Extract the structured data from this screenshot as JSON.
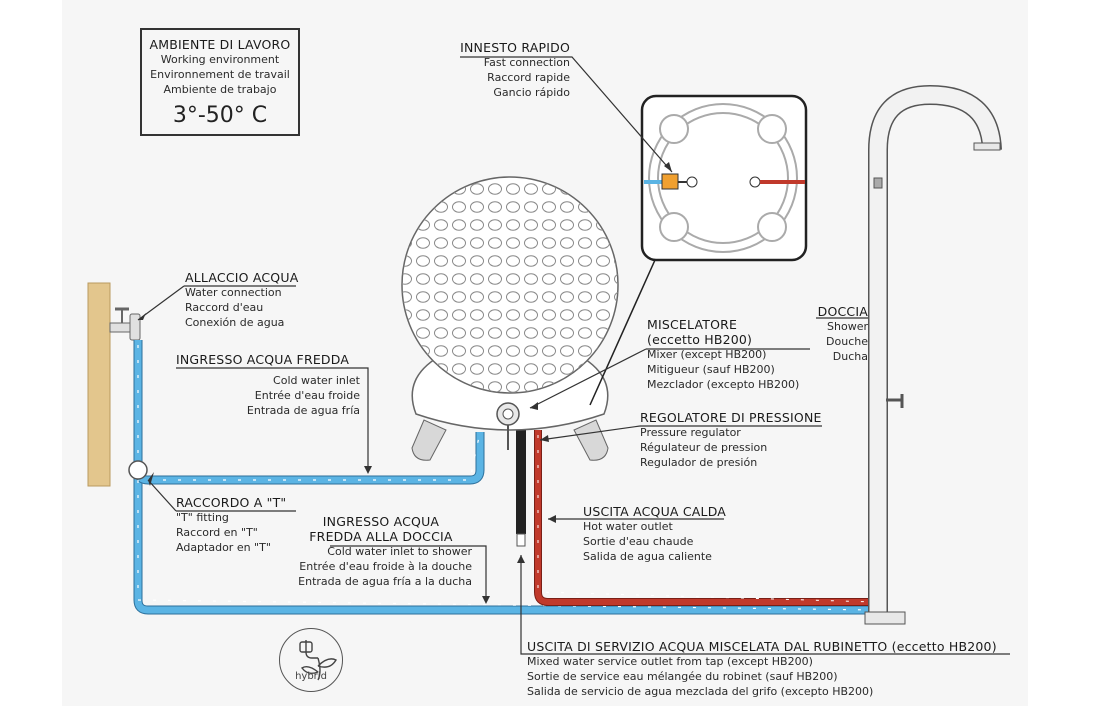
{
  "environment": {
    "title": "AMBIENTE DI LAVORO",
    "lines": [
      "Working environment",
      "Environnement de travail",
      "Ambiente de trabajo"
    ],
    "temperature": "3°-50° C"
  },
  "fast_connection": {
    "title": "INNESTO RAPIDO",
    "lines": [
      "Fast connection",
      "Raccord rapide",
      "Gancio rápido"
    ]
  },
  "water_connection": {
    "title": "ALLACCIO ACQUA",
    "lines": [
      "Water connection",
      "Raccord d'eau",
      "Conexión de agua"
    ]
  },
  "cold_inlet": {
    "title": "INGRESSO ACQUA FREDDA",
    "lines": [
      "Cold water inlet",
      "Entrée d'eau froide",
      "Entrada de agua fría"
    ]
  },
  "mixer": {
    "title_lines": [
      "MISCELATORE",
      "(eccetto HB200)"
    ],
    "lines": [
      "Mixer (except HB200)",
      "Mitigueur (sauf HB200)",
      "Mezclador (excepto HB200)"
    ]
  },
  "shower": {
    "title": "DOCCIA",
    "lines": [
      "Shower",
      "Douche",
      "Ducha"
    ]
  },
  "pressure": {
    "title": "REGOLATORE DI PRESSIONE",
    "lines": [
      "Pressure regulator",
      "Régulateur de pression",
      "Regulador de presión"
    ]
  },
  "t_fitting": {
    "title": "RACCORDO A \"T\"",
    "lines": [
      "\"T\" fitting",
      "Raccord en \"T\"",
      "Adaptador en \"T\""
    ]
  },
  "cold_shower": {
    "title_lines": [
      "INGRESSO ACQUA",
      "FREDDA ALLA DOCCIA"
    ],
    "lines": [
      "Cold water inlet to shower",
      "Entrée d'eau froide à la douche",
      "Entrada de agua fría a la ducha"
    ]
  },
  "hot_outlet": {
    "title": "USCITA ACQUA CALDA",
    "lines": [
      "Hot water outlet",
      "Sortie d'eau chaude",
      "Salida de agua caliente"
    ]
  },
  "service_outlet": {
    "title": "USCITA DI SERVIZIO ACQUA MISCELATA DAL RUBINETTO (eccetto HB200)",
    "lines": [
      "Mixed water service outlet from tap (except HB200)",
      "Sortie de service eau mélangée du robinet (sauf HB200)",
      "Salida de servicio de agua mezclada del grifo (excepto HB200)"
    ]
  },
  "hybrid": {
    "label": "hybrid",
    "icon": "plug-leaf-icon"
  },
  "colors": {
    "cold": "#5bb4e4",
    "hot": "#c0392b",
    "outline": "#333333",
    "wood": "#e3c68d"
  }
}
